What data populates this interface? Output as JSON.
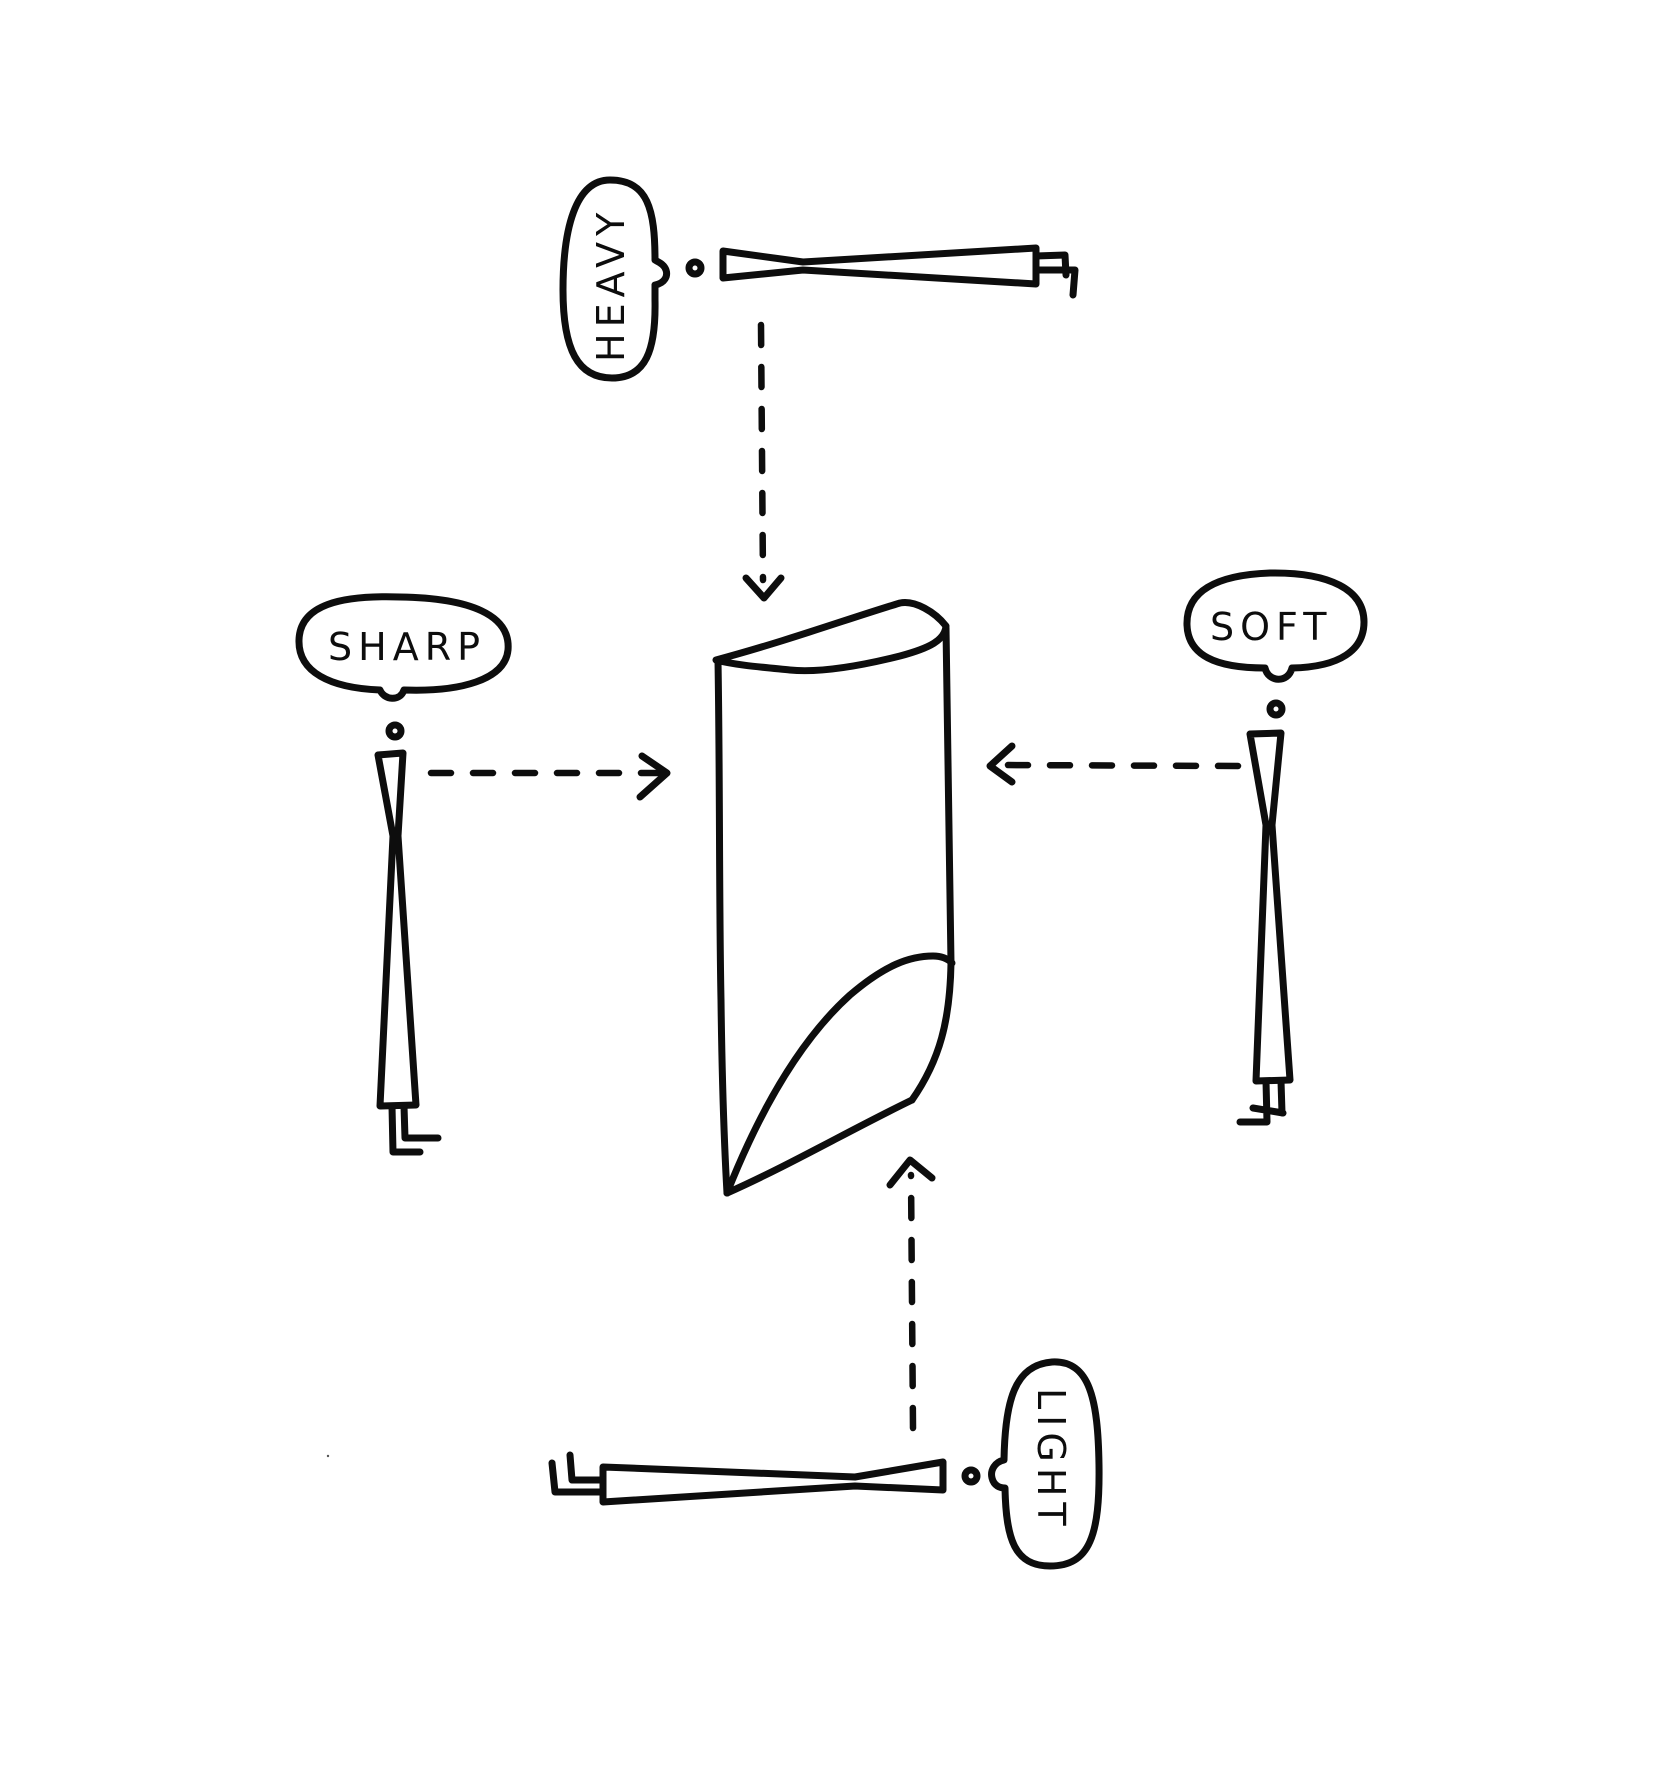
{
  "diagram": {
    "type": "concept-sketch",
    "style": "hand-drawn black ink on white",
    "colors": {
      "background": "#ffffff",
      "ink": "#0d0d0d"
    },
    "center_object": {
      "name": "cylinder",
      "description": "tall cylinder with slanted top and diagonally sliced bottom"
    },
    "observers": [
      {
        "id": "heavy",
        "label": "HEAVY",
        "position": "top",
        "orientation": "lying horizontally, label rotated",
        "arrow_direction": "down"
      },
      {
        "id": "sharp",
        "label": "SHARP",
        "position": "left",
        "orientation": "standing",
        "arrow_direction": "right"
      },
      {
        "id": "soft",
        "label": "SOFT",
        "position": "right",
        "orientation": "standing",
        "arrow_direction": "left"
      },
      {
        "id": "light",
        "label": "LIGHT",
        "position": "bottom",
        "orientation": "lying horizontally, label rotated",
        "arrow_direction": "up"
      }
    ]
  }
}
